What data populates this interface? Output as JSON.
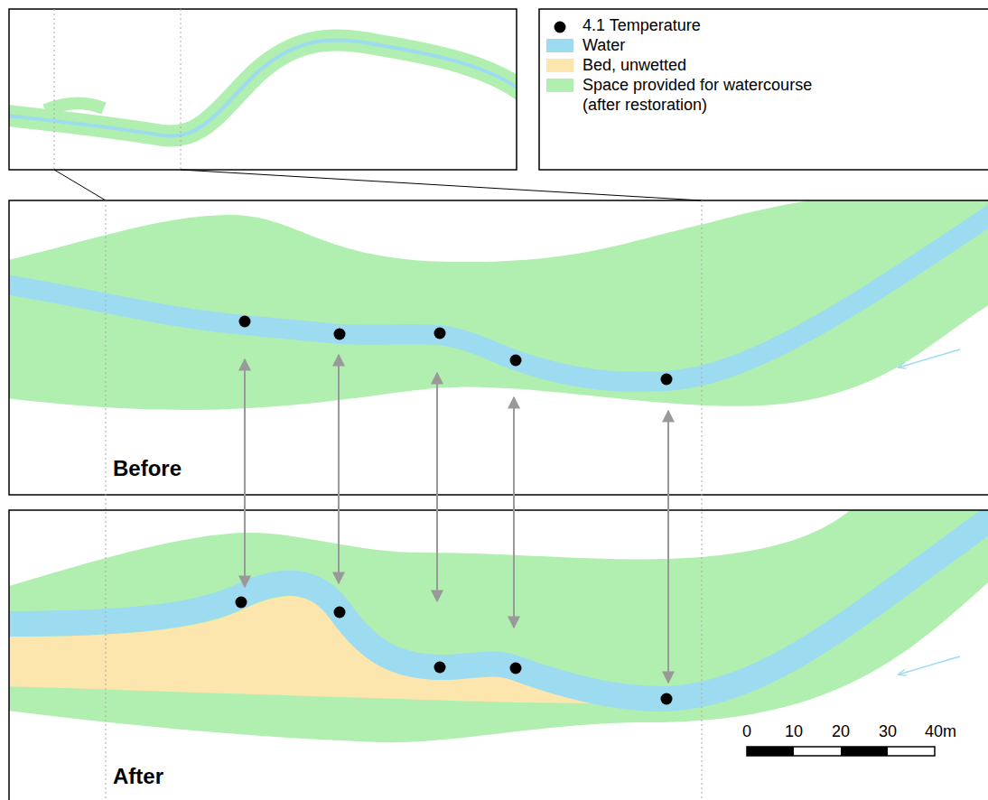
{
  "diagram": {
    "labels": [
      "Before",
      "After",
      "0",
      "10",
      "20",
      "30",
      "40m"
    ],
    "legend": [
      {
        "text": "4.1 Temperature"
      },
      {
        "text": "Water",
        "color": "#9ddbf0"
      },
      {
        "text": "Bed, unwetted",
        "color": "#fde6ad"
      },
      {
        "text": "Space provided for watercourse (after restoration)",
        "color": "#b0efb0"
      }
    ]
  }
}
